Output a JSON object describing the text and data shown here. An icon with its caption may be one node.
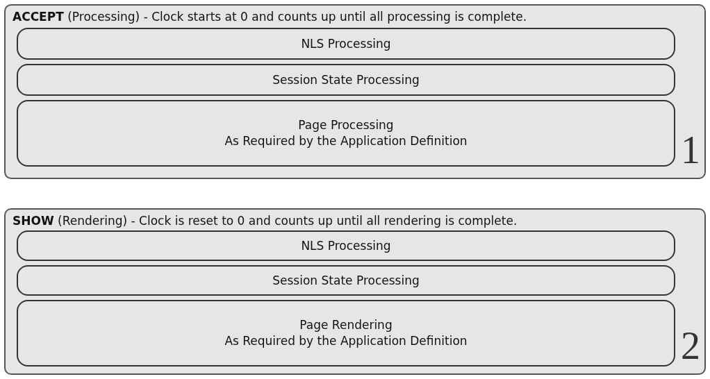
{
  "diagram": {
    "nodes": [
      {
        "text": [
          "**ACCEPT** (Processing) - Clock starts at 0 and counts up until all processing is complete.",
          "1"
        ]
      },
      {
        "text": [
          "NLS Processing"
        ],
        "in": 0
      },
      {
        "text": [
          "Session State Processing"
        ],
        "in": 0
      },
      {
        "text": [
          "Page Processing",
          "As Required by the Application Definition"
        ],
        "in": 0
      },
      {
        "text": [
          "**SHOW** (Rendering) - Clock is reset to 0 and counts up until all rendering is complete.",
          "2"
        ]
      },
      {
        "text": [
          "NLS Processing"
        ],
        "in": 4
      },
      {
        "text": [
          "Session State Processing"
        ],
        "in": 4
      },
      {
        "text": [
          "Page Rendering",
          "As Required by the Application Definition"
        ],
        "in": 4
      }
    ]
  }
}
